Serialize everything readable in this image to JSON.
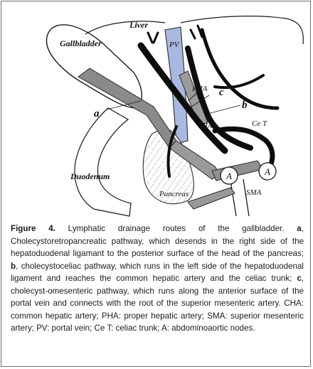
{
  "figure": {
    "labels": {
      "liver": "Liver",
      "gallbladder": "Gallbladder",
      "pv": "PV",
      "pha": "PHA",
      "c": "c",
      "b": "b",
      "a": "a",
      "cha": "CHA",
      "cet": "Ce T",
      "duodenum": "Duodenum",
      "pancreas": "Pancreas",
      "sma": "SMA",
      "node_a_left": "A",
      "node_a_right": "A"
    }
  },
  "caption": {
    "heading": "Figure 4.",
    "intro": " Lymphatic drainage routes of the gallbladder. ",
    "key_a": "a",
    "text_a": ", Cholecystoretropancreatic pathway, which desends in the right side of the hepatoduodenal ligamant to the posterior surface of the head of the pancreas; ",
    "key_b": "b",
    "text_b": ", cholecystoceliac pathway, which runs in the left side of the hepatoduodenal ligament and reaches the common hepatic artery and the celiac trunk; ",
    "key_c": "c",
    "text_c": ", cholecyst-omesenteric pathway, which runs along the anterior surface of the portal vein and connects with the root of the superior mesenteric artery. CHA: common hepatic artery; PHA: proper hepatic artery; SMA: superior mesenteric artery; PV: portal vein; Ce T: celiac trunk; A: abdominoaortic nodes."
  }
}
